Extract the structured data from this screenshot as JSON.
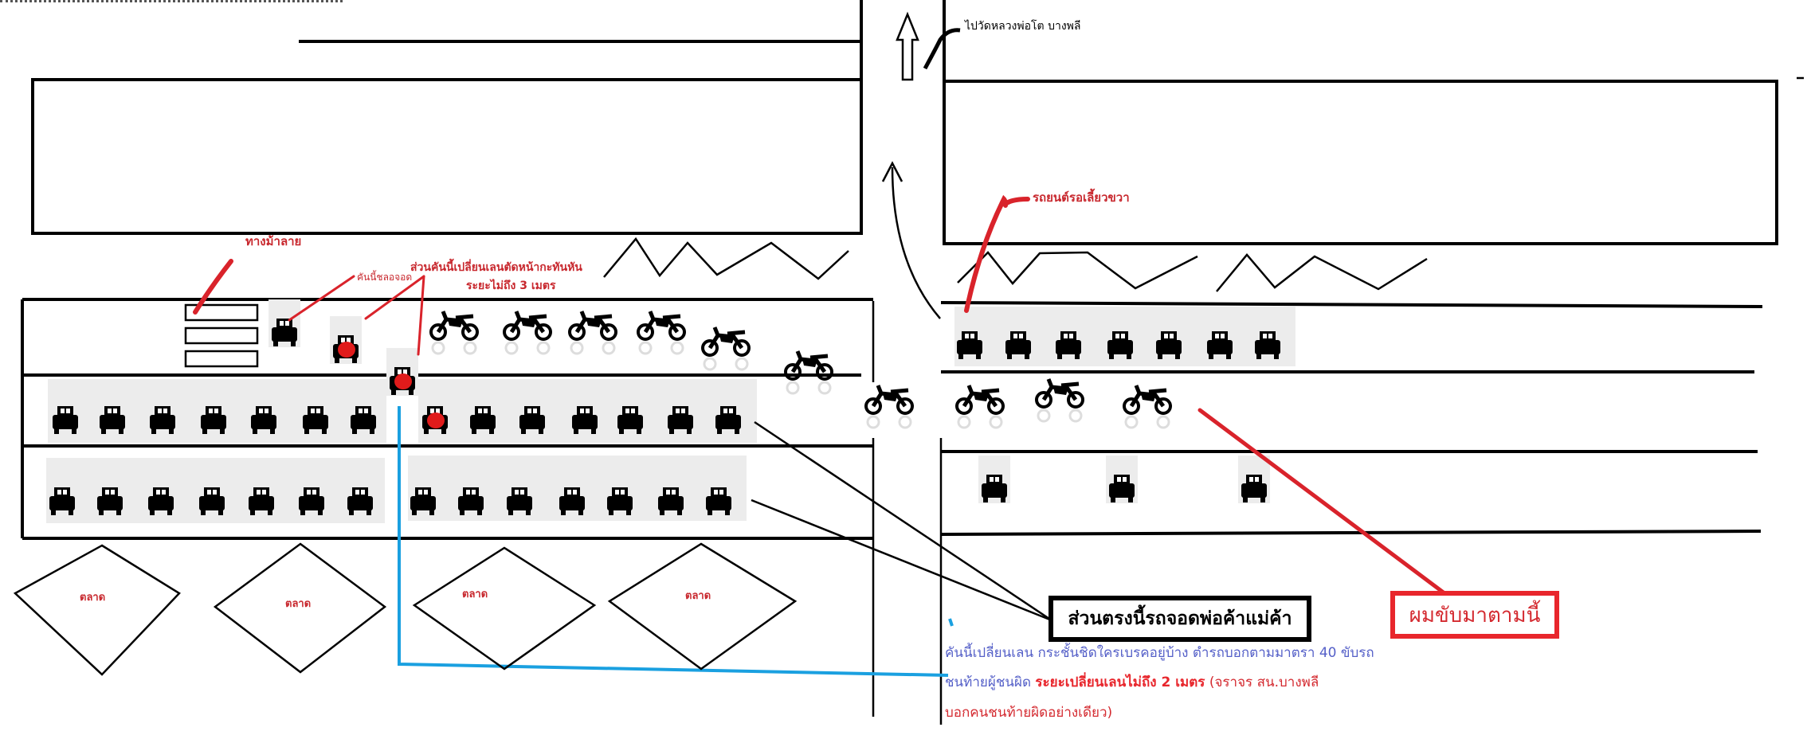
{
  "labels": {
    "destination": "ไปวัดหลวงพ่อโต บางพลี",
    "zebra_crossing": "ทางม้าลาย",
    "slowing_car": "คันนี้ชลอจอด",
    "lane_change_car_line1": "ส่วนคันนี้เปลี่ยนเลนตัดหน้ากะทันหัน",
    "lane_change_car_line2": "ระยะไม่ถึง 3 เมตร",
    "right_turn_waiting": "รถยนต์รอเลี้ยวขวา",
    "vendor_parking": "ส่วนตรงนี้รถจอดพ่อค้าแม่ค้า",
    "my_path": "ผมขับมาตามนี้",
    "market_labels": [
      "ตลาด",
      "ตลาด",
      "ตลาด",
      "ตลาด"
    ]
  },
  "note": {
    "line1": "คันนี้เปลี่ยนเลน กระชั้นชิดใครเบรคอยู่บ้าง ตำรถบอกตามมาตรา 40 ขับรถ",
    "line2_prefix": "ชนท้ายผู้ชนผิด ",
    "line2_emphasis": "ระยะเปลี่ยนเลนไม่ถึง 2 เมตร",
    "line2_suffix": " (จราจร สน.บางพลี",
    "line3": "บอกคนชนท้ายผิดอย่างเดียว)"
  },
  "vehicles": {
    "left_lane1_motorcycles": 5,
    "left_lane1_cars": 2,
    "left_lane2_parked_cars": 14,
    "left_lane3_parked_cars": 14,
    "right_lane1_turning_cars": 7,
    "right_lane2_motorcycles": 3,
    "right_lane3_cars": 3,
    "intersection_motorcycles": 2
  },
  "colors": {
    "annotation_red": "#d9232b",
    "path_blue": "#1aa0e0",
    "note_blue": "#5560c8"
  }
}
